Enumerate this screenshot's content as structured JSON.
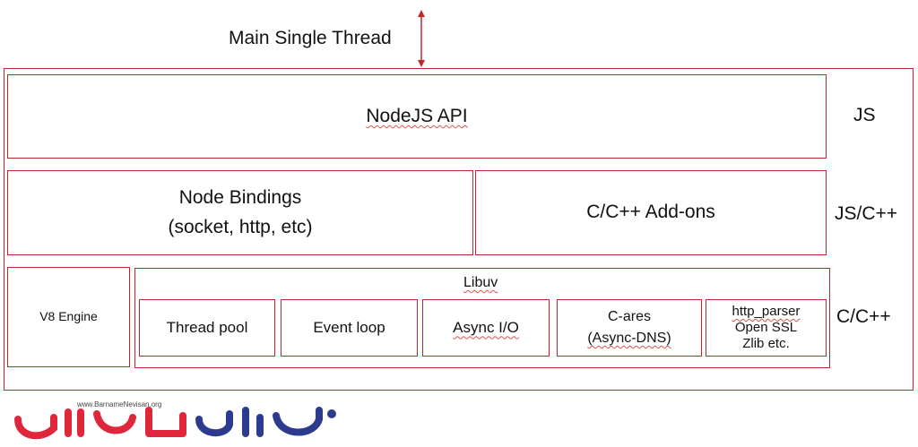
{
  "header": {
    "title": "Main Single Thread"
  },
  "layers": {
    "nodejs_api": {
      "label": "NodeJS API"
    },
    "node_bindings": {
      "line1": "Node Bindings",
      "line2": "(socket, http, etc)"
    },
    "addons": {
      "label": "C/C++ Add-ons"
    },
    "v8": {
      "label": "V8 Engine"
    },
    "libuv": {
      "title": "Libuv",
      "items": [
        {
          "lines": [
            "Thread pool"
          ]
        },
        {
          "lines": [
            "Event loop"
          ]
        },
        {
          "lines": [
            "Async I/O"
          ]
        },
        {
          "lines": [
            "C-ares",
            "(Async-DNS)"
          ]
        },
        {
          "lines": [
            "http_parser",
            "Open SSL",
            "Zlib etc."
          ]
        }
      ]
    }
  },
  "side_labels": {
    "js": "JS",
    "js_cpp": "JS/C++",
    "cpp": "C/C++"
  },
  "watermark": {
    "url": "www.BarnameNevisan.org"
  },
  "colors": {
    "border": "#c0272d",
    "arrow": "#c0272d",
    "logo_red": "#e0263a",
    "logo_blue": "#2d3b8f"
  }
}
